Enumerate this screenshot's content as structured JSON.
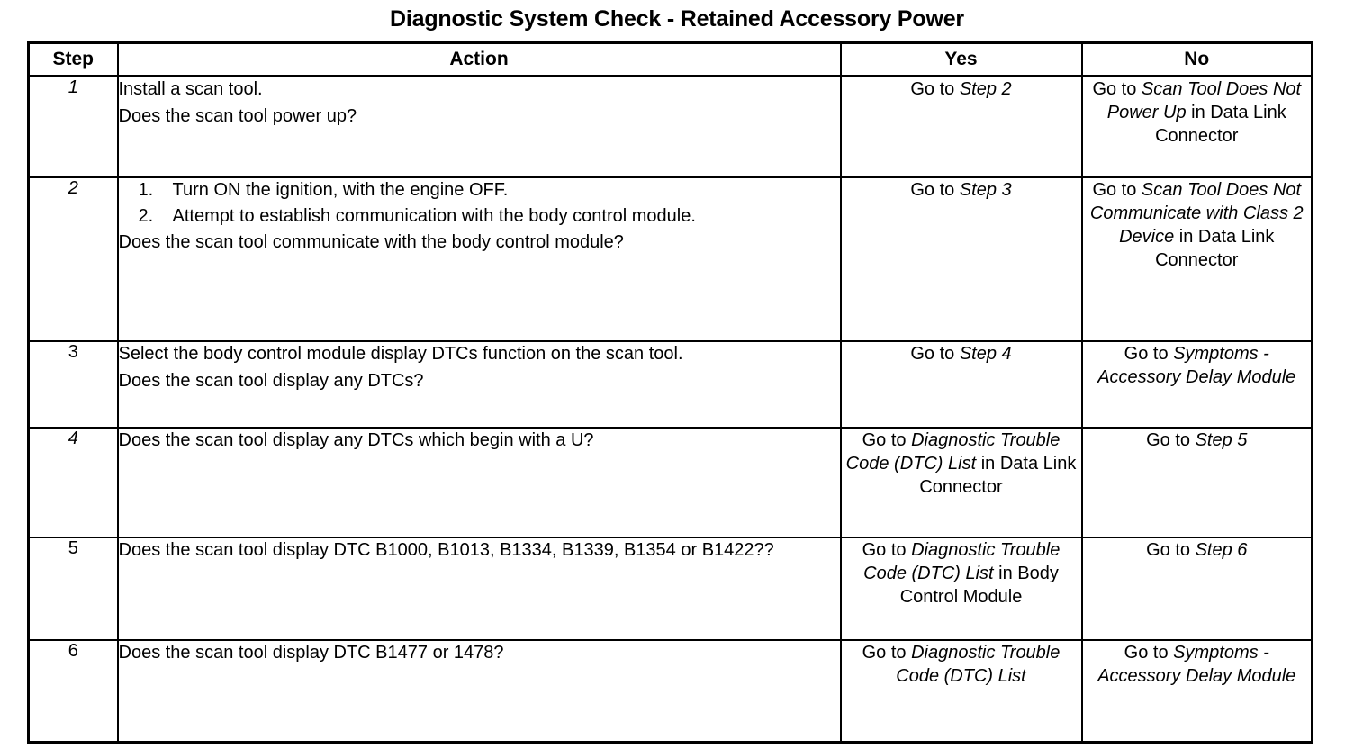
{
  "document": {
    "title": "Diagnostic System Check - Retained Accessory Power"
  },
  "table": {
    "headers": {
      "step": "Step",
      "action": "Action",
      "yes": "Yes",
      "no": "No"
    },
    "rows": [
      {
        "step": "1",
        "step_style": "italic",
        "action": {
          "lines": [
            "Install a scan tool.",
            "Does the scan tool power up?"
          ]
        },
        "yes": {
          "prefix": "Go to ",
          "italic": "Step 2",
          "suffix": ""
        },
        "no": {
          "prefix": "Go to ",
          "italic": "Scan Tool Does Not Power Up",
          "suffix": " in Data Link Connector"
        }
      },
      {
        "step": "2",
        "step_style": "italic",
        "action": {
          "numbered": [
            {
              "marker": "1.",
              "text": "Turn ON the ignition, with the engine OFF."
            },
            {
              "marker": "2.",
              "text": "Attempt to establish communication with the body control module."
            }
          ],
          "question": "Does the scan tool communicate with the body control module?"
        },
        "yes": {
          "prefix": "Go to ",
          "italic": "Step 3",
          "suffix": ""
        },
        "no": {
          "prefix": "Go to ",
          "italic": "Scan Tool Does Not Communicate with Class 2 Device",
          "suffix": " in Data Link Connector"
        }
      },
      {
        "step": "3",
        "step_style": "roman",
        "action": {
          "lines": [
            "Select the body control module display DTCs function on the scan tool.",
            "Does the scan tool display any DTCs?"
          ]
        },
        "yes": {
          "prefix": "Go to ",
          "italic": "Step 4",
          "suffix": ""
        },
        "no": {
          "prefix": "Go to ",
          "italic": "Symptoms - Accessory Delay Module",
          "suffix": ""
        }
      },
      {
        "step": "4",
        "step_style": "italic",
        "action": {
          "lines": [
            "Does the scan tool display any DTCs which begin with a U?"
          ]
        },
        "yes": {
          "prefix": "Go to ",
          "italic": "Diagnostic Trouble Code (DTC) List",
          "suffix": " in Data Link Connector"
        },
        "no": {
          "prefix": "Go to ",
          "italic": "Step 5",
          "suffix": ""
        }
      },
      {
        "step": "5",
        "step_style": "roman",
        "action": {
          "lines": [
            "Does the scan tool display DTC B1000, B1013, B1334, B1339, B1354 or B1422??"
          ]
        },
        "yes": {
          "prefix": "Go to ",
          "italic": "Diagnostic Trouble Code (DTC) List",
          "suffix": " in Body Control Module"
        },
        "no": {
          "prefix": "Go to ",
          "italic": "Step 6",
          "suffix": ""
        }
      },
      {
        "step": "6",
        "step_style": "roman",
        "action": {
          "lines": [
            "Does the scan tool display DTC B1477 or 1478?"
          ]
        },
        "yes": {
          "prefix": "Go to ",
          "italic": "Diagnostic Trouble Code (DTC) List",
          "suffix": ""
        },
        "no": {
          "prefix": "Go to ",
          "italic": "Symptoms - Accessory Delay Module",
          "suffix": ""
        }
      }
    ]
  }
}
